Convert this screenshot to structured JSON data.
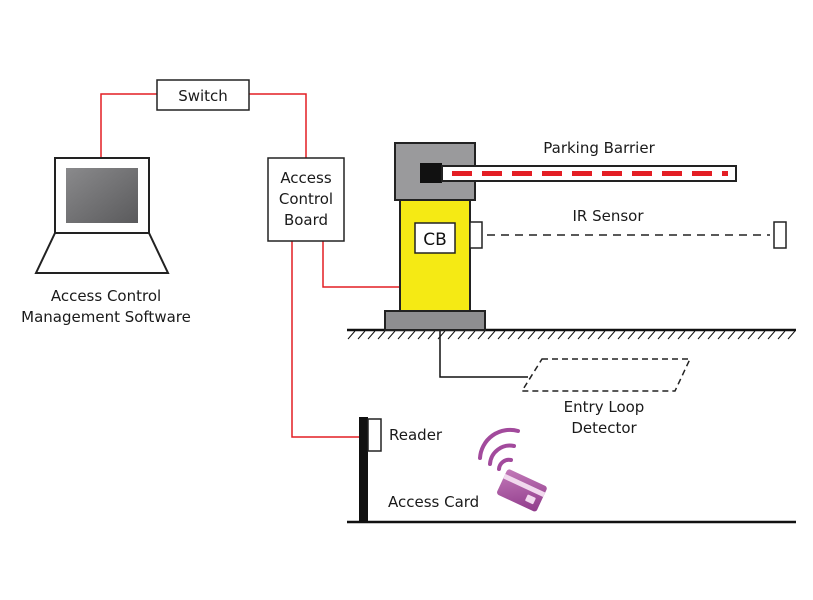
{
  "labels": {
    "switch": "Switch",
    "board_line1": "Access",
    "board_line2": "Control",
    "board_line3": "Board",
    "software_line1": "Access Control",
    "software_line2": "Management Software",
    "barrier": "Parking Barrier",
    "ir_sensor": "IR Sensor",
    "cb": "CB",
    "loop_line1": "Entry Loop",
    "loop_line2": "Detector",
    "reader": "Reader",
    "card": "Access Card"
  },
  "colors": {
    "wire_red": "#e31e24",
    "wire_black": "#111111",
    "barrier_yellow": "#f5ea14",
    "barrier_gray": "#9a9a9c",
    "card_purple": "#a24a9c",
    "screen_gray": "#6e6e70"
  }
}
